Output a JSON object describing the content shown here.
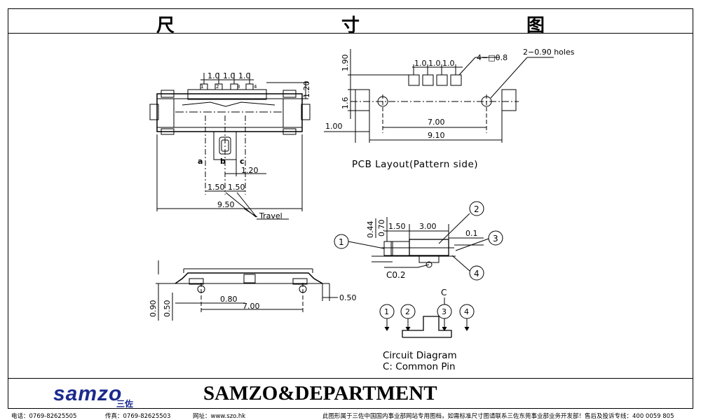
{
  "title": "尺　　寸　　图",
  "company": "SAMZO&DEPARTMENT",
  "logo": {
    "text": "samzo",
    "sub": "三佐"
  },
  "footer": {
    "phone": "电话：0769-82625505",
    "fax": "传真：0769-82625503",
    "site": "网址：www.szo.hk",
    "notice": "此图形属于三佐中国国内事业部网站专用图档，如需标准尺寸图请联系三佐东莞事业部业务开发部！售后及投诉专线：400 0059 805"
  },
  "dims": {
    "pitch": "1.0",
    "pin_nums": [
      "1",
      "2",
      "3",
      "4"
    ],
    "h120": "1.20",
    "a": "a",
    "b": "b",
    "c": "c",
    "d120": "1.20",
    "d150a": "1.50",
    "d150b": "1.50",
    "d950": "9.50",
    "travel": "Travel",
    "d090": "0.90",
    "d050": "0.50",
    "d080": "0.80",
    "d700s": "7.00",
    "d050r": "0.50"
  },
  "pcb": {
    "d190": "1.90",
    "d16": "1.6",
    "d100": "1.00",
    "d700": "7.00",
    "d910": "9.10",
    "pads": "4−□0.8",
    "holes": "2−0.90 holes",
    "caption": "PCB Layout(Pattern side)"
  },
  "detail": {
    "d044": "0.44",
    "d070": "0.70",
    "d150": "1.50",
    "d300": "3.00",
    "d01": "0.1",
    "c02": "C0.2",
    "m1": "1",
    "m2": "2",
    "m3": "3",
    "m4": "4"
  },
  "circuit": {
    "c_label": "C",
    "n1": "1",
    "n2": "2",
    "n3": "3",
    "n4": "4",
    "line1": "Circuit Diagram",
    "line2": "C: Common Pin"
  }
}
